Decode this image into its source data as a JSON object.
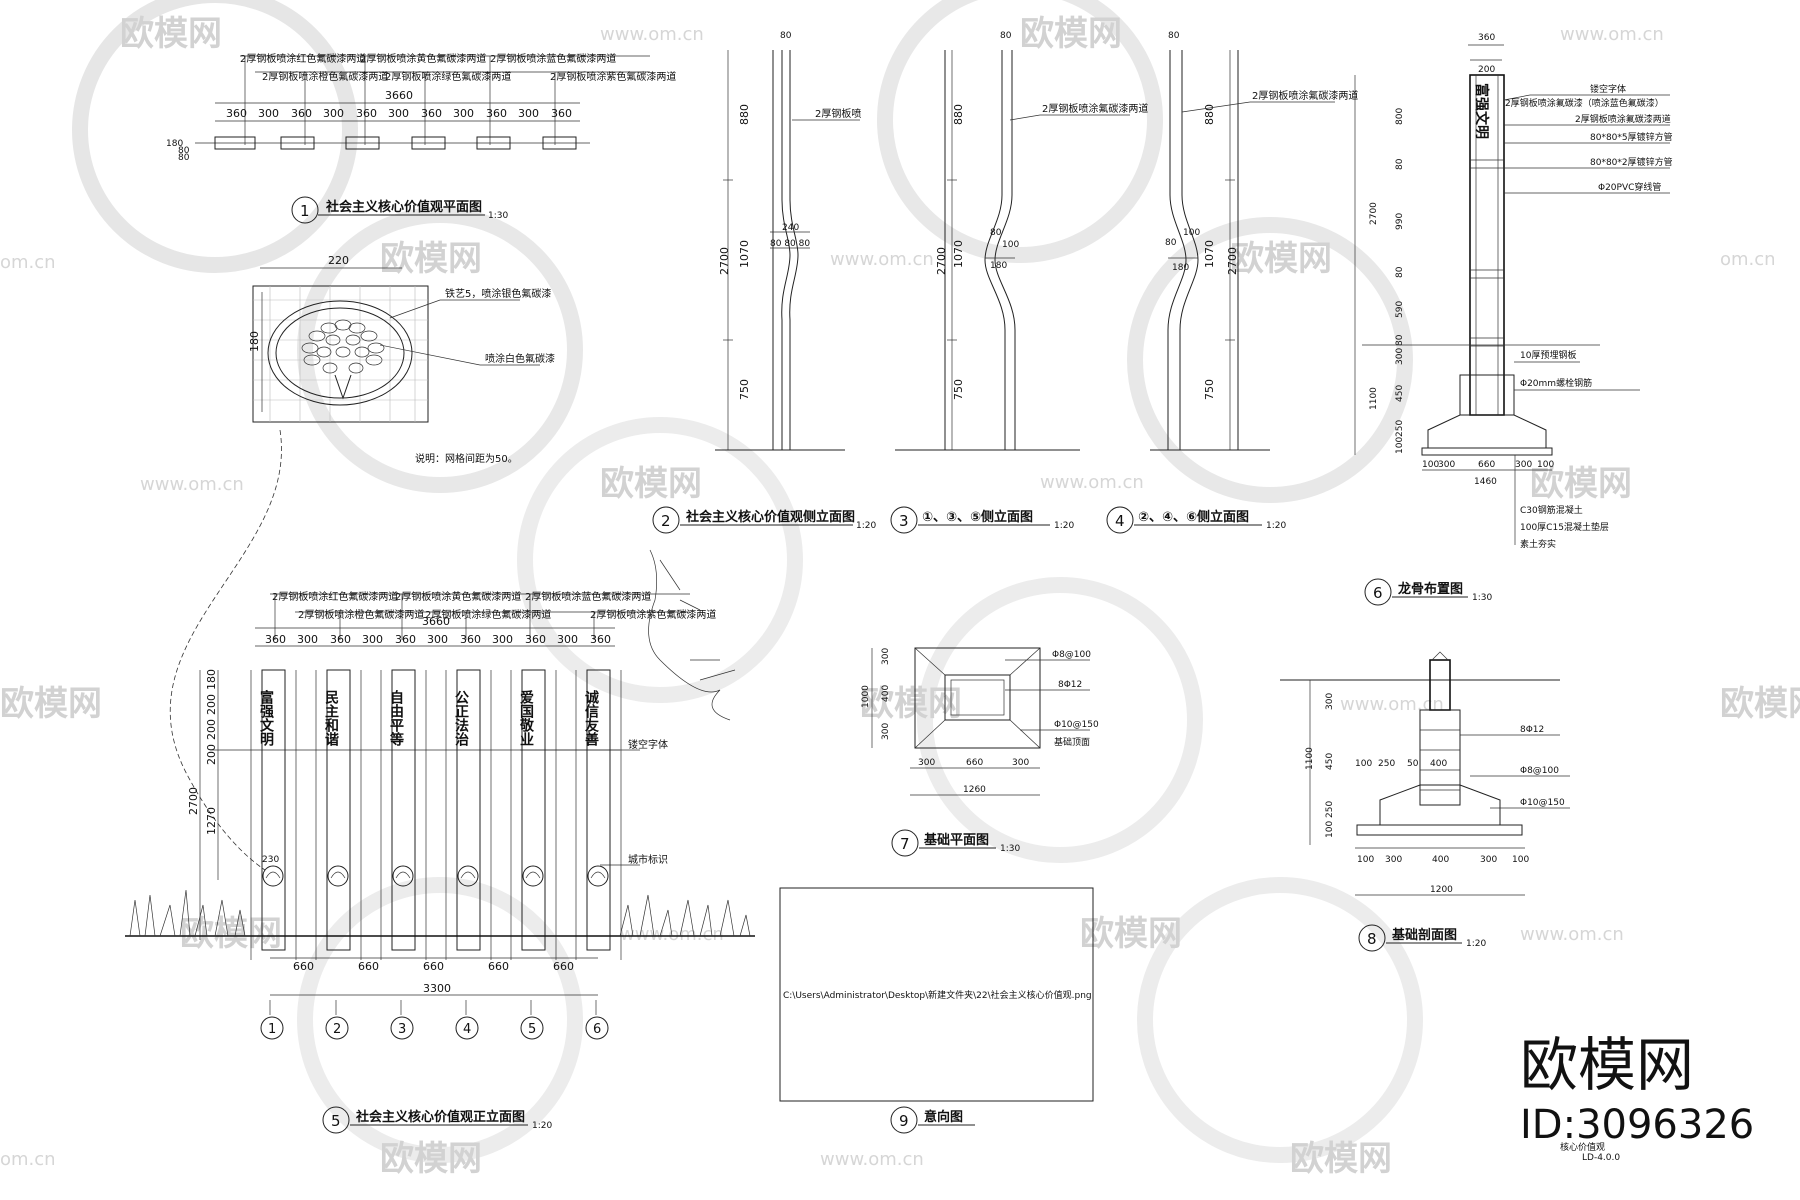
{
  "watermark": {
    "brand": "欧模网",
    "url": "www.om.cn",
    "url_short": "om.cn"
  },
  "brand_block": {
    "name": "欧模网",
    "id_text": "ID:3096326",
    "sheet_label": "核心价值观",
    "sheet_no": "LD-4.0.0"
  },
  "titles": [
    {
      "num": "1",
      "text": "社会主义核心价值观平面图",
      "scale": "1:30"
    },
    {
      "num": "2",
      "text": "社会主义核心价值观侧立面图",
      "scale": "1:20"
    },
    {
      "num": "3",
      "text": "①、③、⑤侧立面图",
      "scale": "1:20"
    },
    {
      "num": "4",
      "text": "②、④、⑥侧立面图",
      "scale": "1:20"
    },
    {
      "num": "5",
      "text": "社会主义核心价值观正立面图",
      "scale": "1:20"
    },
    {
      "num": "6",
      "text": "龙骨布置图",
      "scale": "1:30"
    },
    {
      "num": "7",
      "text": "基础平面图",
      "scale": "1:30"
    },
    {
      "num": "8",
      "text": "基础剖面图",
      "scale": "1:20"
    },
    {
      "num": "9",
      "text": "意向图",
      "scale": ""
    }
  ],
  "plan": {
    "notes": [
      "2厚钢板喷涂红色氟碳漆两道",
      "2厚钢板喷涂橙色氟碳漆两道",
      "2厚钢板喷涂黄色氟碳漆两道",
      "2厚钢板喷涂绿色氟碳漆两道",
      "2厚钢板喷涂蓝色氟碳漆两道",
      "2厚钢板喷涂紫色氟碳漆两道"
    ],
    "total": "3660",
    "dims": [
      "360",
      "300",
      "360",
      "300",
      "360",
      "300",
      "360",
      "300",
      "360",
      "300",
      "360"
    ],
    "depth": [
      "180",
      "80",
      "80"
    ]
  },
  "detail": {
    "width": "220",
    "height": "180",
    "note1": "铁艺5，喷涂银色氟碳漆",
    "note2": "喷涂白色氟碳漆",
    "caption": "说明：网格间距为50。"
  },
  "side": {
    "elev2": {
      "top": "80",
      "d1": "880",
      "d2": "1070",
      "d3": "750",
      "total": "2700",
      "mid": "240",
      "mid_parts": "80 80 80",
      "note": "2厚钢板喷"
    },
    "elev3": {
      "top": "80",
      "d1": "880",
      "d2": "1070",
      "d3": "750",
      "total": "2700",
      "w1": "80",
      "w2": "100",
      "w3": "180",
      "note": "2厚钢板喷涂氟碳漆两道"
    },
    "elev4": {
      "top": "80",
      "d1": "880",
      "d2": "1070",
      "d3": "750",
      "total": "2700",
      "w1": "80",
      "w2": "100",
      "w3": "180",
      "note": "2厚钢板喷涂氟碳漆两道"
    }
  },
  "front": {
    "notes": [
      "2厚钢板喷涂红色氟碳漆两道",
      "2厚钢板喷涂橙色氟碳漆两道",
      "2厚钢板喷涂黄色氟碳漆两道",
      "2厚钢板喷涂绿色氟碳漆两道",
      "2厚钢板喷涂蓝色氟碳漆两道",
      "2厚钢板喷涂紫色氟碳漆两道"
    ],
    "total": "3660",
    "dims": [
      "360",
      "300",
      "360",
      "300",
      "360",
      "300",
      "360",
      "300",
      "360",
      "300",
      "360"
    ],
    "poles": [
      "富强文明",
      "民主和谐",
      "自由平等",
      "公正法治",
      "爱国敬业",
      "诚信友善"
    ],
    "left_dims": [
      "180",
      "200",
      "200",
      "200",
      "1270",
      "2700"
    ],
    "side_notes": [
      "镂空字体",
      "城市标识"
    ],
    "bottom_dims": [
      "660",
      "660",
      "660",
      "660",
      "660"
    ],
    "bottom_total": "3300",
    "axes": [
      "1",
      "2",
      "3",
      "4",
      "5",
      "6"
    ],
    "small_dim": "230"
  },
  "keel": {
    "top_dims": [
      "360",
      "200"
    ],
    "pole_text": "富强文明",
    "left_dims": [
      "800",
      "80",
      "990",
      "80",
      "590",
      "80",
      "300",
      "450",
      "250",
      "100",
      "2700",
      "1100"
    ],
    "notes": [
      "镂空字体",
      "2厚钢板喷涂氟碳漆（喷涂蓝色氟碳漆）",
      "2厚钢板喷涂氟碳漆两道",
      "80*80*5厚镀锌方管",
      "80*80*2厚镀锌方管",
      "Φ20PVC穿线管",
      "10厚预埋钢板",
      "Φ20mm螺栓钢筋",
      "C30钢筋混凝土",
      "100厚C15混凝土垫层",
      "素土夯实"
    ],
    "bottom_dims": [
      "100",
      "300",
      "660",
      "300",
      "100"
    ],
    "bottom_total": "1460"
  },
  "foundation_plan": {
    "left_dims": [
      "300",
      "400",
      "300"
    ],
    "total_left": "1000",
    "notes": [
      "Φ8@100",
      "8Φ12",
      "Φ10@150",
      "基础顶面"
    ],
    "bottom_dims": [
      "300",
      "660",
      "300"
    ],
    "bottom_total": "1260"
  },
  "foundation_section": {
    "left_dims": [
      "300",
      "450",
      "250",
      "100"
    ],
    "total_left": "1100",
    "top_dims": [
      "100",
      "250",
      "50",
      "400"
    ],
    "notes": [
      "8Φ12",
      "Φ8@100",
      "Φ10@150"
    ],
    "bottom_dims": [
      "100",
      "300",
      "400",
      "300",
      "100"
    ],
    "bottom_total": "1200"
  },
  "image_ref": {
    "path": "C:\\Users\\Administrator\\Desktop\\新建文件夹\\22\\社会主义核心价值观.png"
  }
}
